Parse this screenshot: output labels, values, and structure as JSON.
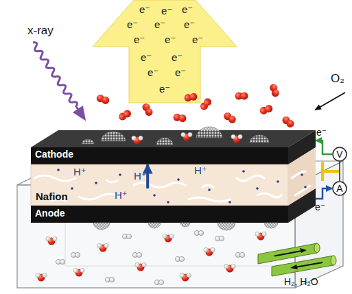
{
  "diagram": {
    "nodes": [
      {
        "text": [
          "e⁻",
          "e⁻",
          "e⁻",
          "e⁻",
          "e⁻",
          "e⁻",
          "e⁻",
          "e⁻",
          "e⁻",
          "e⁻",
          "e⁻",
          "e⁻",
          "e⁻",
          "e⁻"
        ]
      },
      {
        "text": [
          "Cathode"
        ]
      },
      {
        "text": [
          "Nafion",
          "H⁺",
          "H⁺",
          "H⁺",
          "H⁺"
        ]
      },
      {
        "text": [
          "Anode"
        ]
      },
      {
        "text": [
          "V"
        ]
      },
      {
        "text": [
          "A"
        ]
      }
    ],
    "edges": [
      {
        "from": 4,
        "to": 1,
        "arrow": "to",
        "label": "e⁻"
      },
      {
        "from": 3,
        "to": 5,
        "arrow": "to",
        "label": "e⁻"
      },
      {
        "from": 3,
        "to": 1,
        "arrow": "to"
      }
    ],
    "labels": [
      "x-ray",
      "O₂",
      "H₂, H₂O"
    ]
  }
}
